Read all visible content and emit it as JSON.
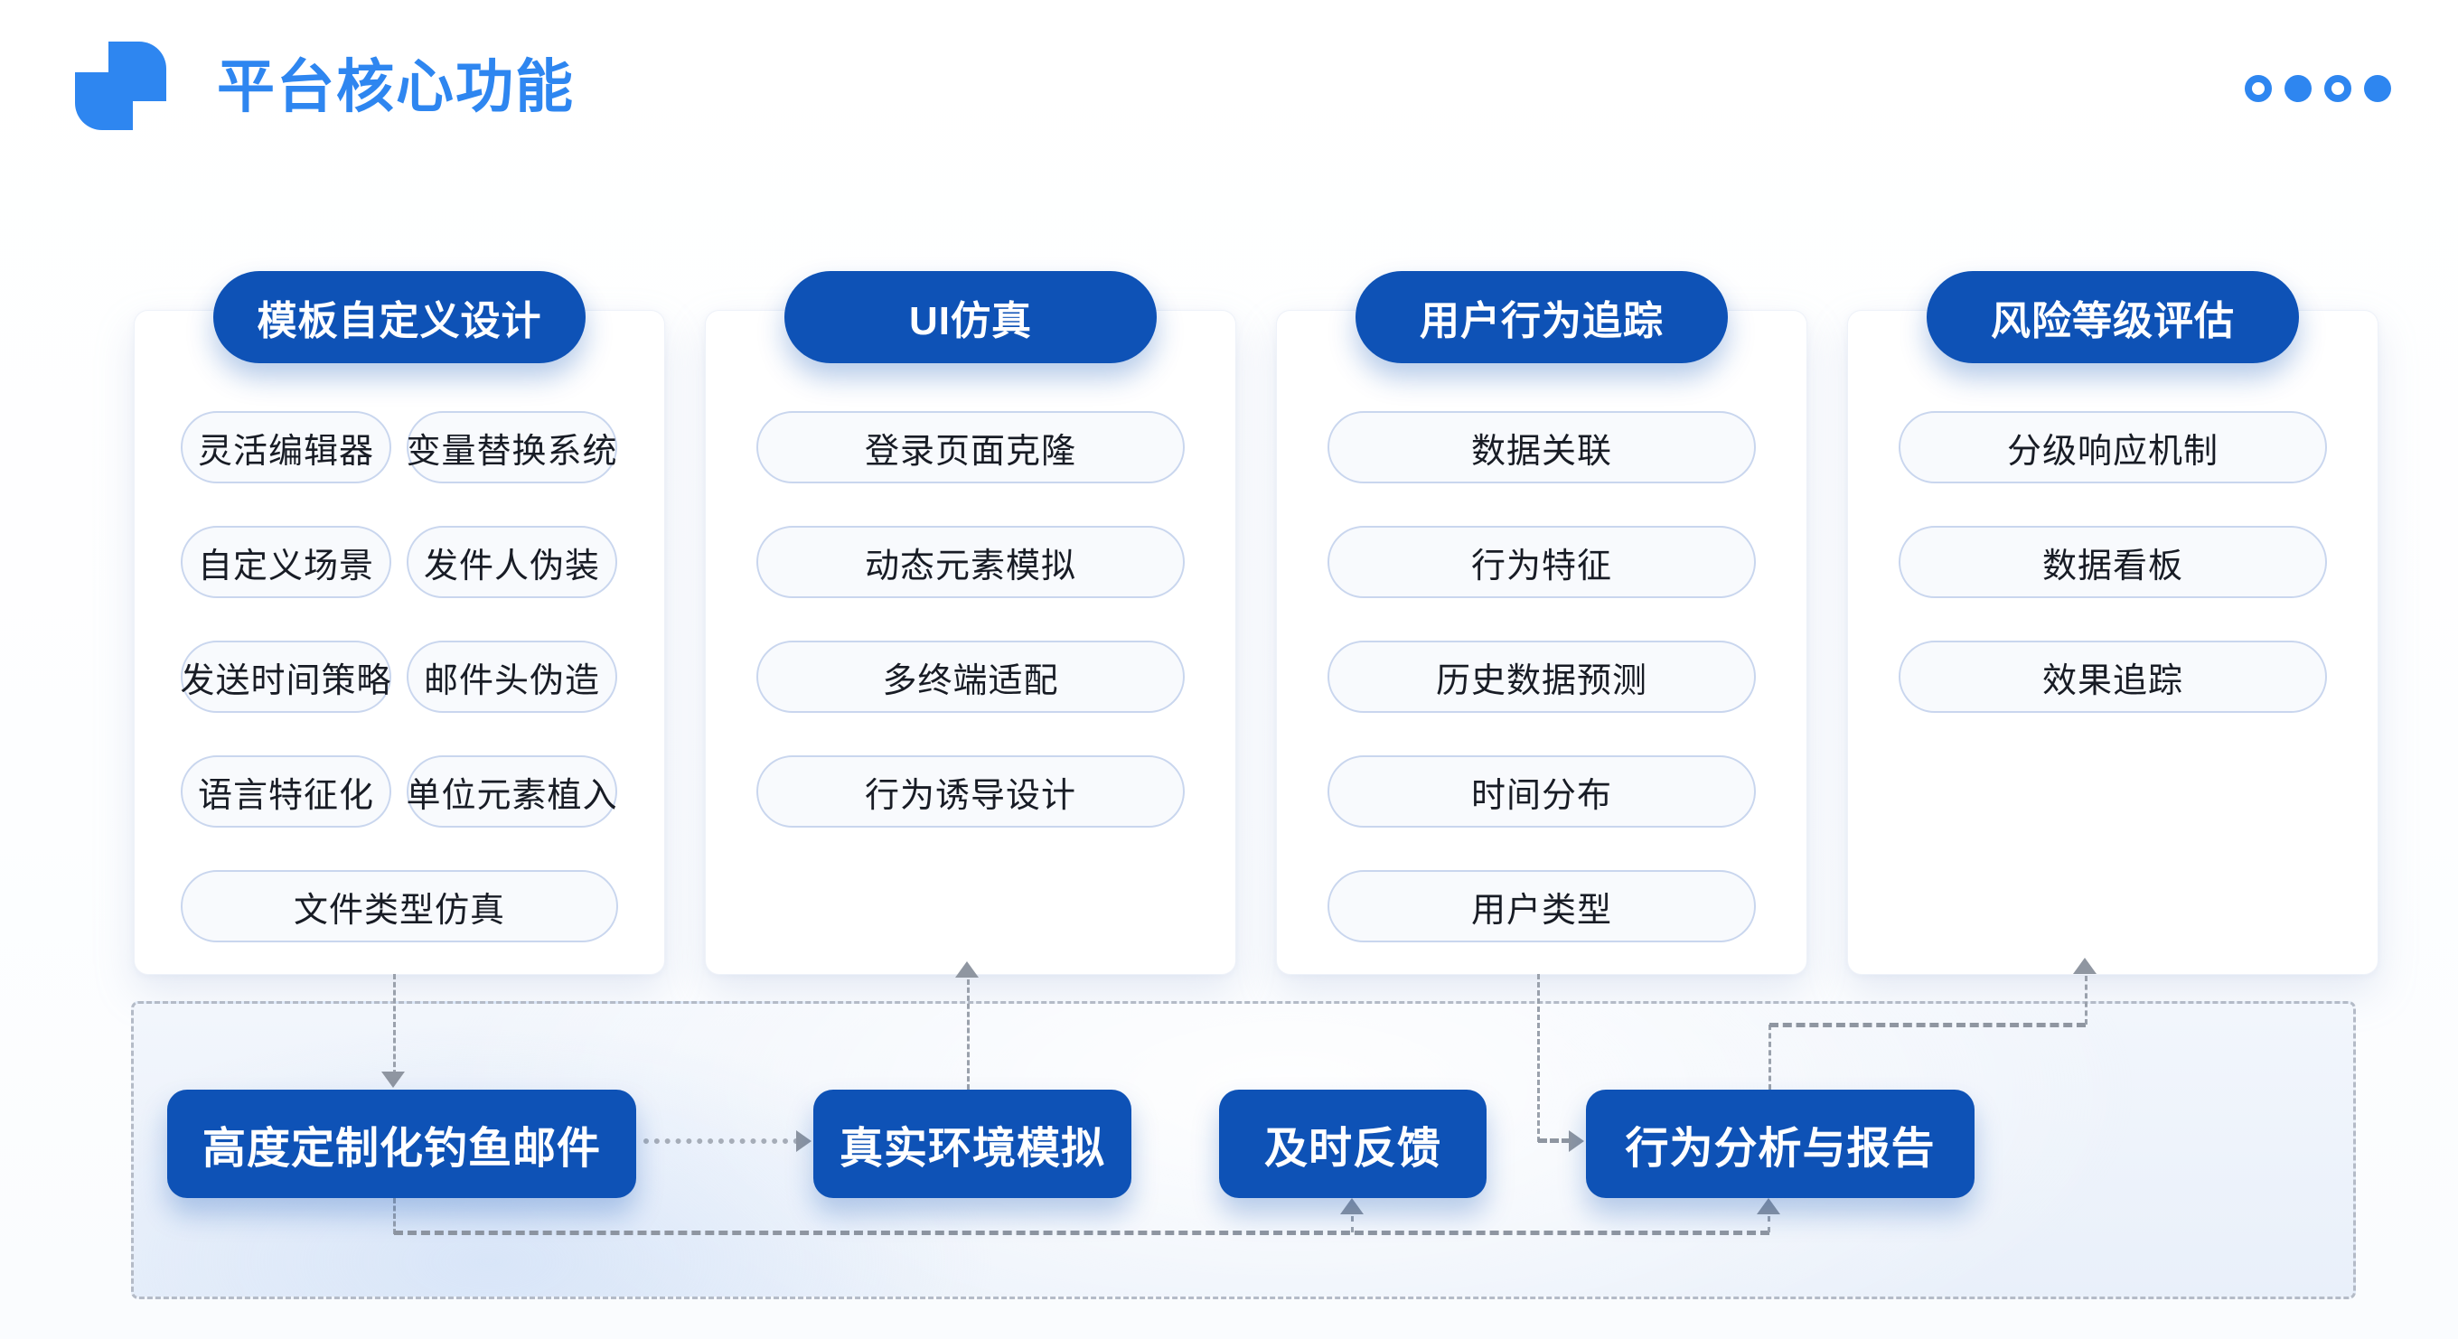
{
  "header": {
    "logo_icon": "overlapping-blocks-logo",
    "title": "平台核心功能",
    "pagination_dots": [
      "ring",
      "filled",
      "ring",
      "filled"
    ]
  },
  "colors": {
    "deep_blue": "#0e52b6",
    "accent_blue": "#2e86f0",
    "pill_border": "#c9d6ee",
    "pill_bg": "#f8fafd",
    "connector_gray": "#9aa1ac"
  },
  "columns": [
    {
      "header": "模板自定义设计",
      "pills": [
        {
          "label": "灵活编辑器",
          "span": "half"
        },
        {
          "label": "变量替换系统",
          "span": "half"
        },
        {
          "label": "自定义场景",
          "span": "half"
        },
        {
          "label": "发件人伪装",
          "span": "half"
        },
        {
          "label": "发送时间策略",
          "span": "half"
        },
        {
          "label": "邮件头伪造",
          "span": "half"
        },
        {
          "label": "语言特征化",
          "span": "half"
        },
        {
          "label": "单位元素植入",
          "span": "half"
        },
        {
          "label": "文件类型仿真",
          "span": "full"
        }
      ]
    },
    {
      "header": "UI仿真",
      "pills": [
        {
          "label": "登录页面克隆",
          "span": "full"
        },
        {
          "label": "动态元素模拟",
          "span": "full"
        },
        {
          "label": "多终端适配",
          "span": "full"
        },
        {
          "label": "行为诱导设计",
          "span": "full"
        }
      ]
    },
    {
      "header": "用户行为追踪",
      "pills": [
        {
          "label": "数据关联",
          "span": "full"
        },
        {
          "label": "行为特征",
          "span": "full"
        },
        {
          "label": "历史数据预测",
          "span": "full"
        },
        {
          "label": "时间分布",
          "span": "full"
        },
        {
          "label": "用户类型",
          "span": "full"
        }
      ]
    },
    {
      "header": "风险等级评估",
      "pills": [
        {
          "label": "分级响应机制",
          "span": "full"
        },
        {
          "label": "数据看板",
          "span": "full"
        },
        {
          "label": "效果追踪",
          "span": "full"
        }
      ]
    }
  ],
  "flow": {
    "boxes": [
      {
        "label": "高度定制化钓鱼邮件"
      },
      {
        "label": "真实环境模拟"
      },
      {
        "label": "及时反馈"
      },
      {
        "label": "行为分析与报告"
      }
    ]
  }
}
